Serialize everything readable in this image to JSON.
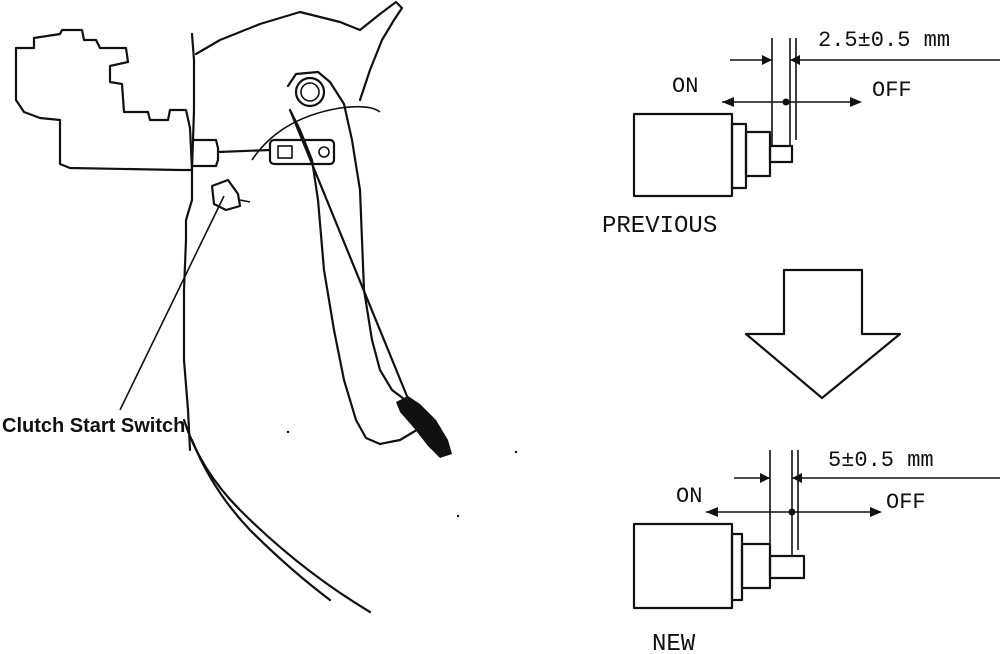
{
  "labels": {
    "clutch_start_switch": "Clutch Start Switch",
    "previous": {
      "caption": "PREVIOUS",
      "dimension": "2.5±0.5 mm",
      "on": "ON",
      "off": "OFF"
    },
    "new": {
      "caption": "NEW",
      "dimension": "5±0.5 mm",
      "on": "ON",
      "off": "OFF"
    }
  }
}
